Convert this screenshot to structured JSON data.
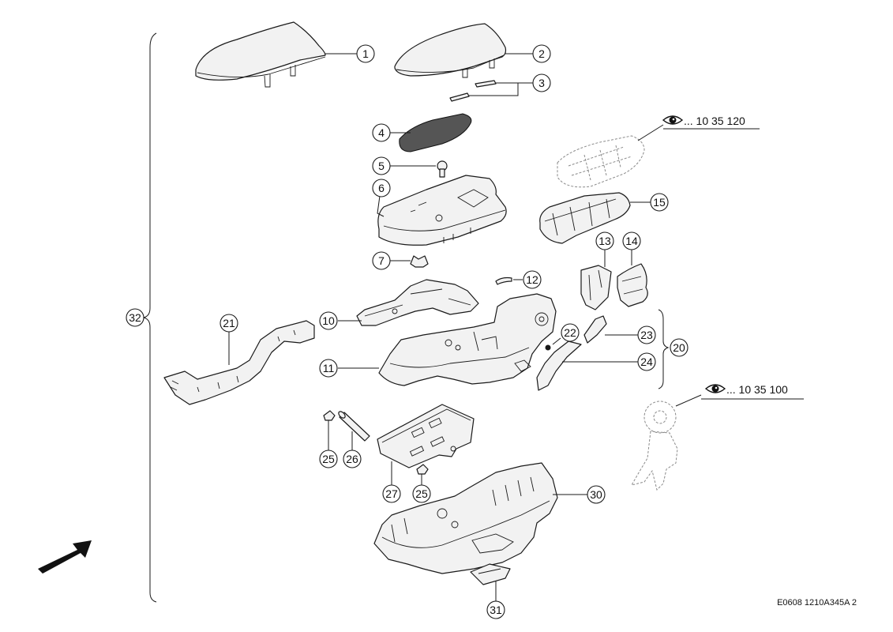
{
  "callouts": {
    "c1": "1",
    "c2": "2",
    "c3": "3",
    "c4": "4",
    "c5": "5",
    "c6": "6",
    "c7": "7",
    "c10": "10",
    "c11": "11",
    "c12": "12",
    "c13": "13",
    "c14": "14",
    "c15": "15",
    "c20": "20",
    "c21": "21",
    "c22": "22",
    "c23": "23",
    "c24": "24",
    "c25a": "25",
    "c25b": "25",
    "c26": "26",
    "c27": "27",
    "c30": "30",
    "c31": "31",
    "c32": "32"
  },
  "references": {
    "ref_top": "... 10 35 120",
    "ref_bottom": "... 10 35 100"
  },
  "icons": [
    "eye-icon",
    "direction-arrow-icon"
  ],
  "footer": {
    "code": "E0608 1210A345A 2"
  }
}
